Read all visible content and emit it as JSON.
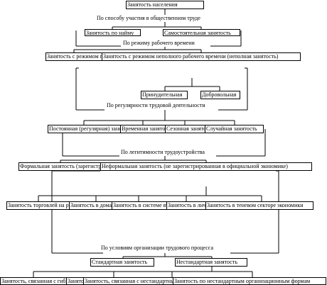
{
  "root": "Занятость населения",
  "groups": [
    {
      "criterion": "По способу участия в общественном труде",
      "items": [
        "Занятость по найму",
        "Самостоятельная занятость"
      ]
    },
    {
      "criterion": "По режиму рабочего времени",
      "items": [
        "Занятость с режимом полного рабочего времени",
        "Занятость с режимом неполного рабочего времени (неполная занятость)"
      ],
      "subitems": [
        "Принудительная",
        "Добровольная"
      ]
    },
    {
      "criterion": "По регулярности трудовой деятельности",
      "items": [
        "Постоянная (регулярная) занятость",
        "Временная занятость",
        "Сезонная занятость",
        "Случайная занятость"
      ]
    },
    {
      "criterion": "По легитимности трудоустройства",
      "items": [
        "Формальная занятость (зарегистрированная)",
        "Неформальная занятость (не зарегистрированная в официальной экономике)"
      ],
      "subitems": [
        "Занятость торговлей на рынках",
        "Занятость в домашнем хозяйстве",
        "Занятость в системе вторичной занятости",
        "Занятость в личном подсобном хозяйстве",
        "Занятость в теневом секторе экономики"
      ]
    },
    {
      "criterion": "По условиям организации трудового процесса",
      "items": [
        "Стандартная занятость",
        "Нестандартная занятость"
      ],
      "subitems": [
        "Занятость, связанная с гибким графиком",
        "Занятость, связанная с дистанционной работой",
        "Занятость, связанная с нестандартным местом работы",
        "Занятость по нестандартным организационным формам"
      ]
    }
  ]
}
